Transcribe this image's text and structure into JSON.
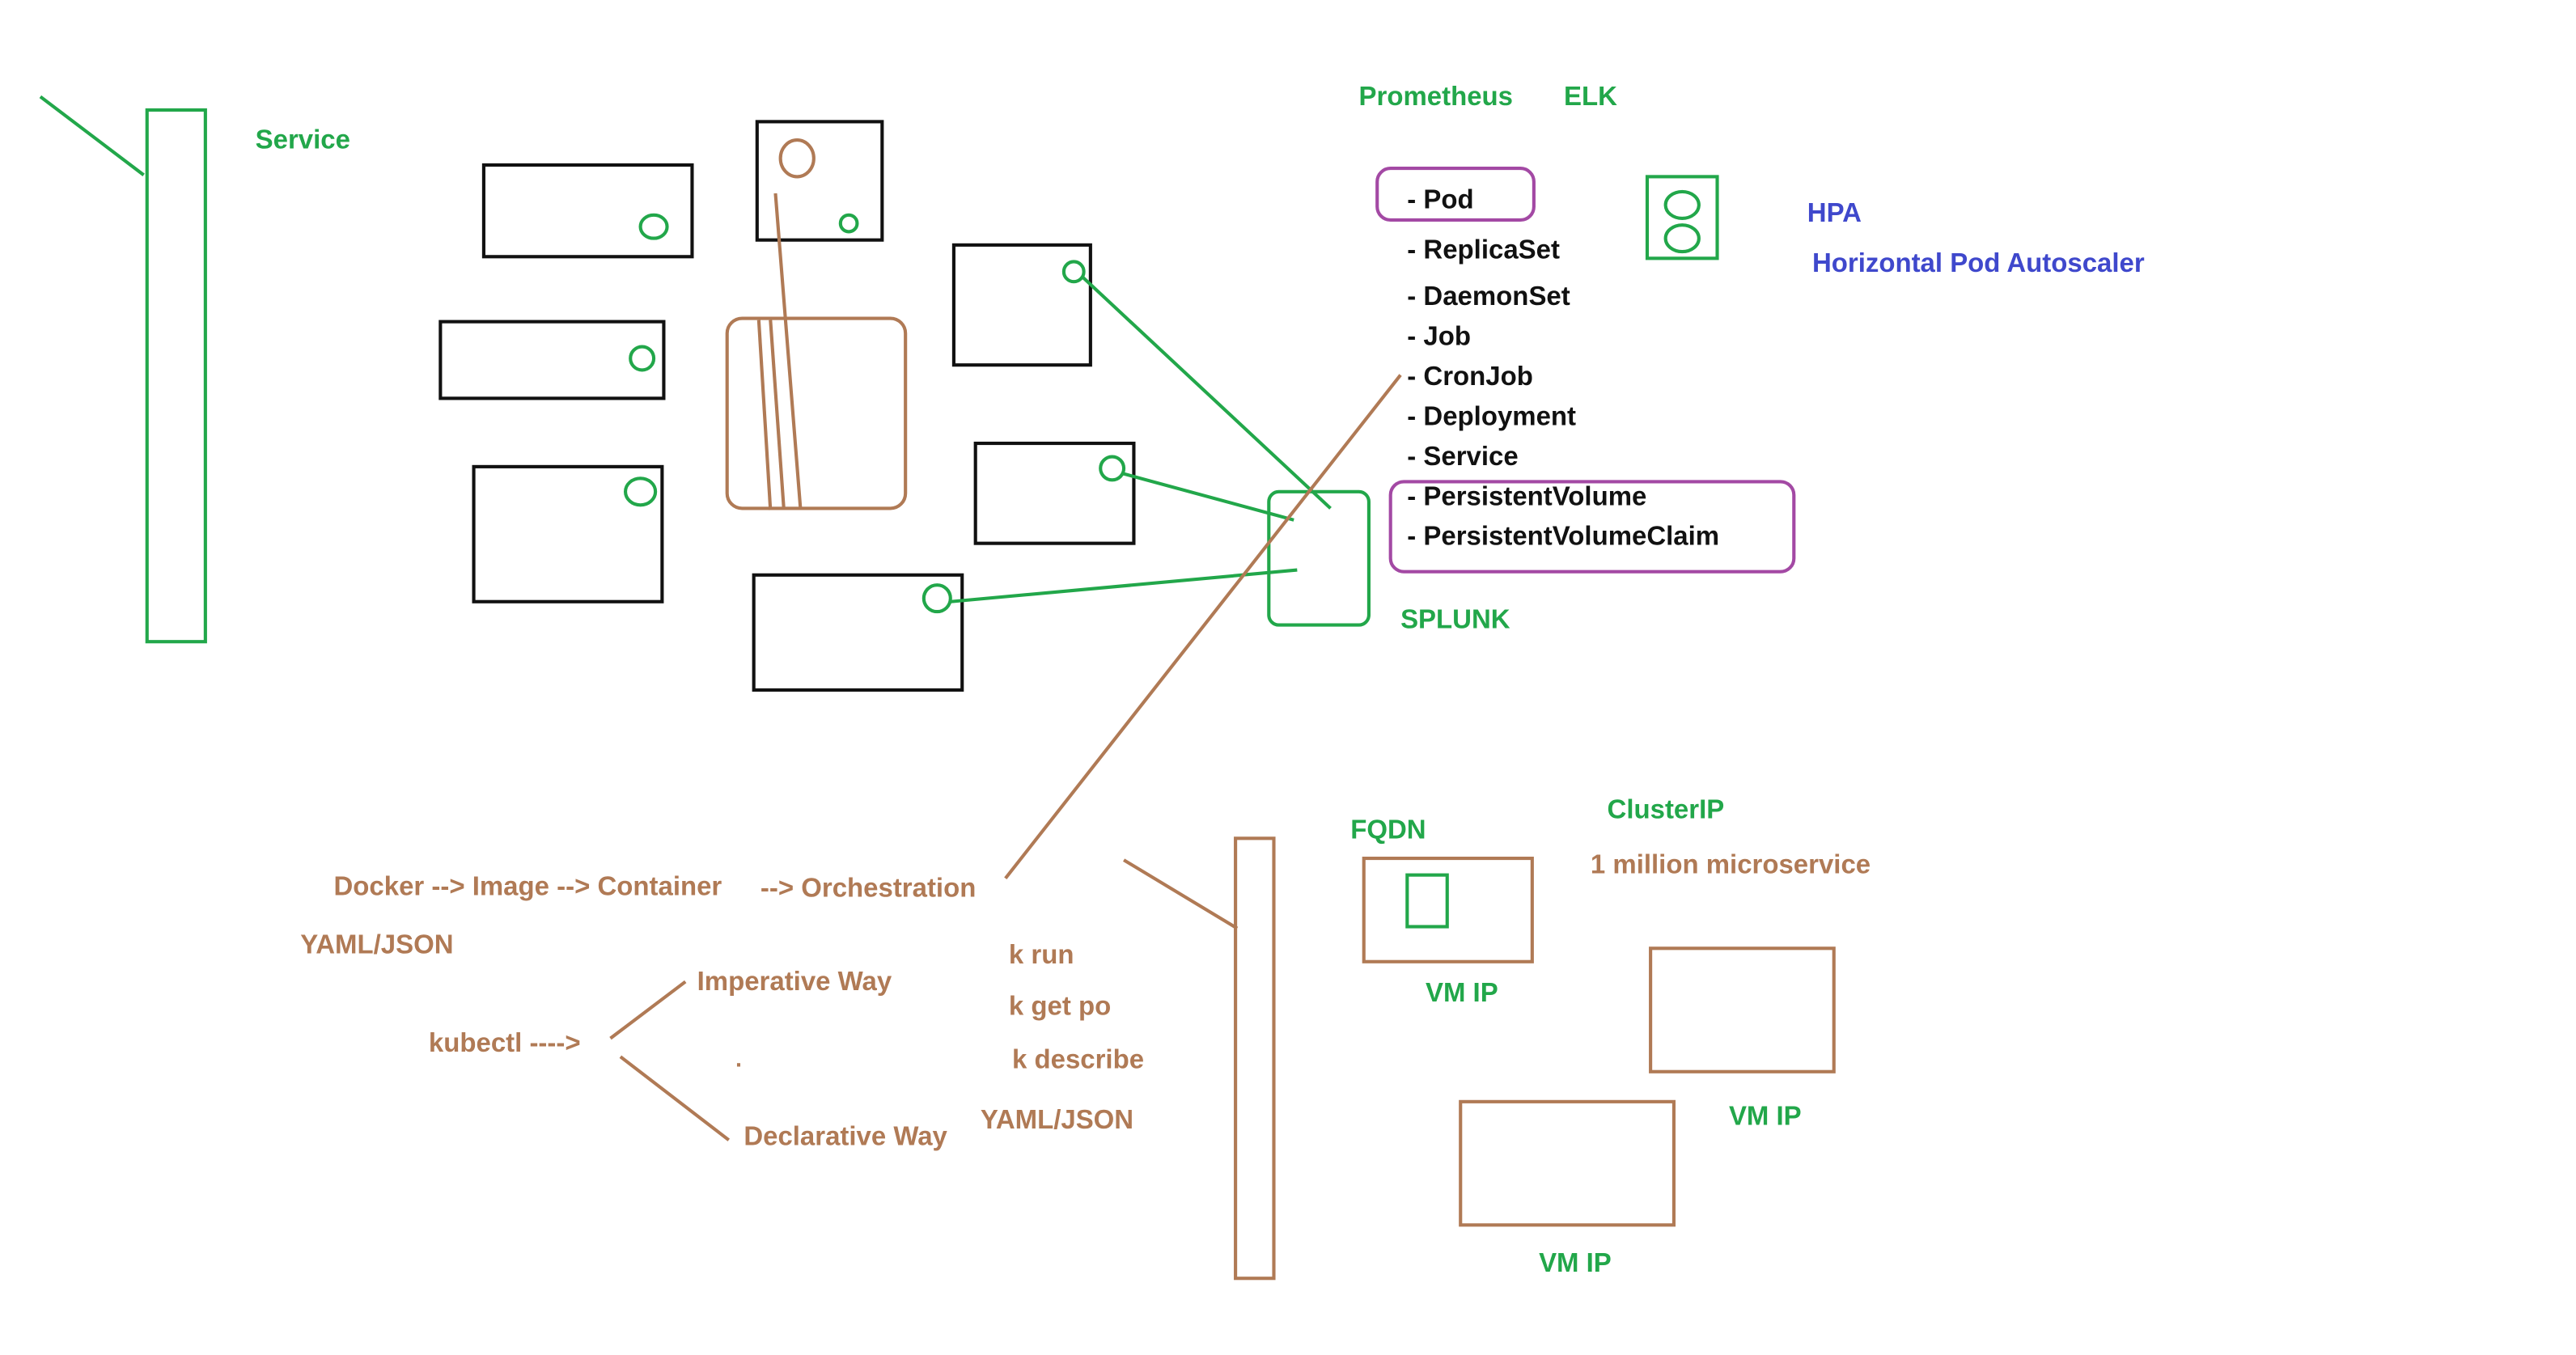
{
  "labels": {
    "service_top": "Service",
    "prometheus": "Prometheus",
    "elk": "ELK",
    "hpa": "HPA",
    "hpa_full": "Horizontal Pod Autoscaler",
    "splunk": "SPLUNK",
    "fqdn": "FQDN",
    "cluster_ip": "ClusterIP",
    "million_microservice": "1 million microservice",
    "vm_ip": "VM IP",
    "docker_flow": "Docker --> Image --> Container",
    "orchestration": "--> Orchestration",
    "yaml_json": "YAML/JSON",
    "kubectl": "kubectl ---->",
    "imperative": "Imperative Way",
    "declarative": "Declarative Way",
    "dot": ".",
    "k_run": "k run",
    "k_get_po": "k get po",
    "k_describe": "k describe"
  },
  "k8s_objects": [
    "- Pod",
    "- ReplicaSet",
    "- DaemonSet",
    "- Job",
    "- CronJob",
    "- Deployment",
    "- Service",
    "- PersistentVolume",
    "- PersistentVolumeClaim"
  ],
  "colors": {
    "green": "#22a74a",
    "brown": "#b07a55",
    "black": "#111111",
    "purple": "#a349a4",
    "blue": "#3f48cc"
  }
}
